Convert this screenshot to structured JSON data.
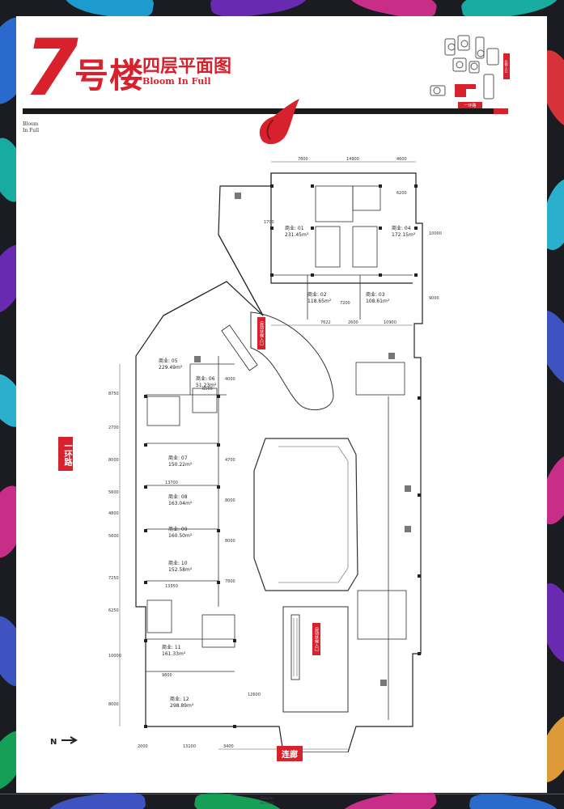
{
  "title": {
    "number": "7",
    "building": "号楼",
    "floor": "四层平面图",
    "english": "Bloom In Full"
  },
  "brand": {
    "lines": [
      "Bloom",
      "In Full"
    ]
  },
  "keymap": {
    "road_label": "一环路",
    "side_label": "北侧入口"
  },
  "plan": {
    "units": [
      {
        "name": "商业: 01",
        "area": "231.45m²"
      },
      {
        "name": "商业: 02",
        "area": "118.65m²"
      },
      {
        "name": "商业: 03",
        "area": "108.61m²"
      },
      {
        "name": "商业: 04",
        "area": "172.15m²"
      },
      {
        "name": "商业: 05",
        "area": "229.49m²"
      },
      {
        "name": "商业: 06",
        "area": "51.23m²"
      },
      {
        "name": "商业: 07",
        "area": "150.22m²"
      },
      {
        "name": "商业: 08",
        "area": "163.04m²"
      },
      {
        "name": "商业: 09",
        "area": "160.50m²"
      },
      {
        "name": "商业: 10",
        "area": "152.58m²"
      },
      {
        "name": "商业: 11",
        "area": "161.33m²"
      },
      {
        "name": "商业: 12",
        "area": "298.89m²"
      }
    ],
    "top_dims": [
      "7800",
      "14900",
      "4600",
      "6200"
    ],
    "mid_dims": [
      "7622",
      "2600",
      "10900"
    ],
    "left_dims": [
      "8750",
      "2700",
      "8000",
      "5600",
      "4800",
      "5600",
      "7250",
      "6250",
      "10000",
      "8000"
    ],
    "inner_dims": [
      "13700",
      "13350",
      "9800",
      "8500",
      "4000",
      "4700",
      "8000",
      "8000",
      "7800",
      "12600",
      "1700",
      "7200",
      "10000",
      "9000"
    ],
    "bottom_dims": [
      "2000",
      "13100",
      "3400"
    ],
    "entrances": [
      "自动扶梯入口",
      "自动扶梯入口"
    ],
    "north_label": "N",
    "left_road": "一环路",
    "bottom_road": "连廊"
  },
  "colors": {
    "accent": "#d7222d",
    "bar": "#1a1a1a"
  }
}
